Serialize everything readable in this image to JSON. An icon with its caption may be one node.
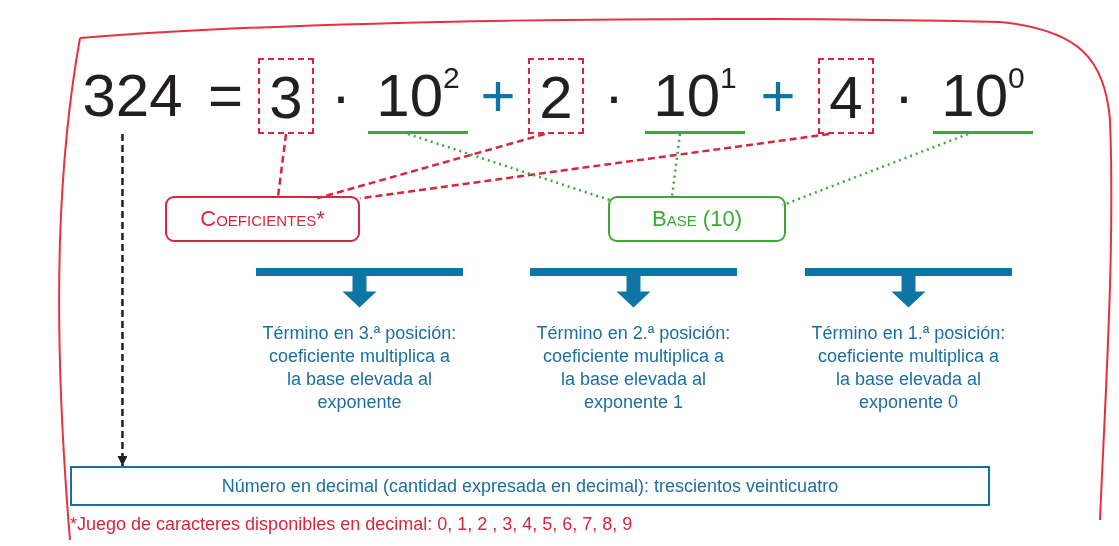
{
  "diagram": {
    "nodes": [
      {
        "text": [
          "324"
        ]
      },
      {
        "text": [
          "3"
        ]
      },
      {
        "text": [
          "2"
        ]
      },
      {
        "text": [
          "4"
        ]
      },
      {
        "text": [
          "10$^{2}$"
        ]
      },
      {
        "text": [
          "10$^{1}$"
        ]
      },
      {
        "text": [
          "10$^{0}$"
        ]
      },
      {
        "text": [
          "Coeficientes*"
        ]
      },
      {
        "text": [
          "Base (10)"
        ]
      },
      {
        "text": [
          "Número en decimal (cantidad expresada en decimal): trescientos veinticuatro"
        ]
      },
      {
        "text": [],
        "shape": "bar"
      },
      {
        "text": [],
        "shape": "bar"
      },
      {
        "text": [],
        "shape": "bar"
      },
      {
        "text": [
          "Término en 3.ª posición: coeficiente multiplica a la base elevada al exponente"
        ]
      },
      {
        "text": [
          "Término en 2.ª posición: coeficiente multiplica a la base elevada al exponente 1"
        ]
      },
      {
        "text": [
          "Término en 1.ª posición: coeficiente multiplica a la base elevada al exponente 0"
        ]
      }
    ],
    "edges": [
      {
        "from": 0,
        "to": 9,
        "arrow": "to",
        "style": "dashed",
        "color": "#231f20"
      },
      {
        "from": 1,
        "to": 7,
        "arrow": "none",
        "style": "dashed",
        "color": "#d7263d"
      },
      {
        "from": 2,
        "to": 7,
        "arrow": "none",
        "style": "dashed",
        "color": "#d7263d"
      },
      {
        "from": 3,
        "to": 7,
        "arrow": "none",
        "style": "dashed",
        "color": "#d7263d"
      },
      {
        "from": 4,
        "to": 8,
        "arrow": "none",
        "style": "dashed",
        "color": "#3aaa35"
      },
      {
        "from": 5,
        "to": 8,
        "arrow": "none",
        "style": "dashed",
        "color": "#3aaa35"
      },
      {
        "from": 6,
        "to": 8,
        "arrow": "none",
        "style": "dashed",
        "color": "#3aaa35"
      },
      {
        "from": 10,
        "to": 13,
        "arrow": "to",
        "style": "thick",
        "color": "#0f75a5"
      },
      {
        "from": 11,
        "to": 14,
        "arrow": "to",
        "style": "thick",
        "color": "#0f75a5"
      },
      {
        "from": 12,
        "to": 15,
        "arrow": "to",
        "style": "thick",
        "color": "#0f75a5"
      }
    ],
    "labels": [
      "=",
      "·",
      "+",
      "·",
      "+",
      "·",
      "*Juego de caracteres disponibles en decimal: 0, 1, 2 , 3, 4, 5, 6, 7, 8, 9"
    ]
  }
}
